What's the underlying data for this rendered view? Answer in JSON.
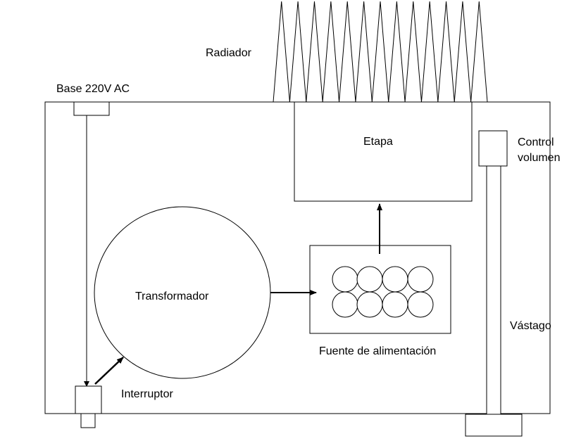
{
  "labels": {
    "radiator": "Radiador",
    "ac_socket": "Base 220V AC",
    "stage": "Etapa",
    "volume_control_line1": "Control",
    "volume_control_line2": "volumen",
    "transformer": "Transformador",
    "power_supply": "Fuente de alimentación",
    "shaft": "Vástago",
    "switch": "Interruptor"
  },
  "colors": {
    "stroke": "#000000",
    "background": "#ffffff"
  }
}
